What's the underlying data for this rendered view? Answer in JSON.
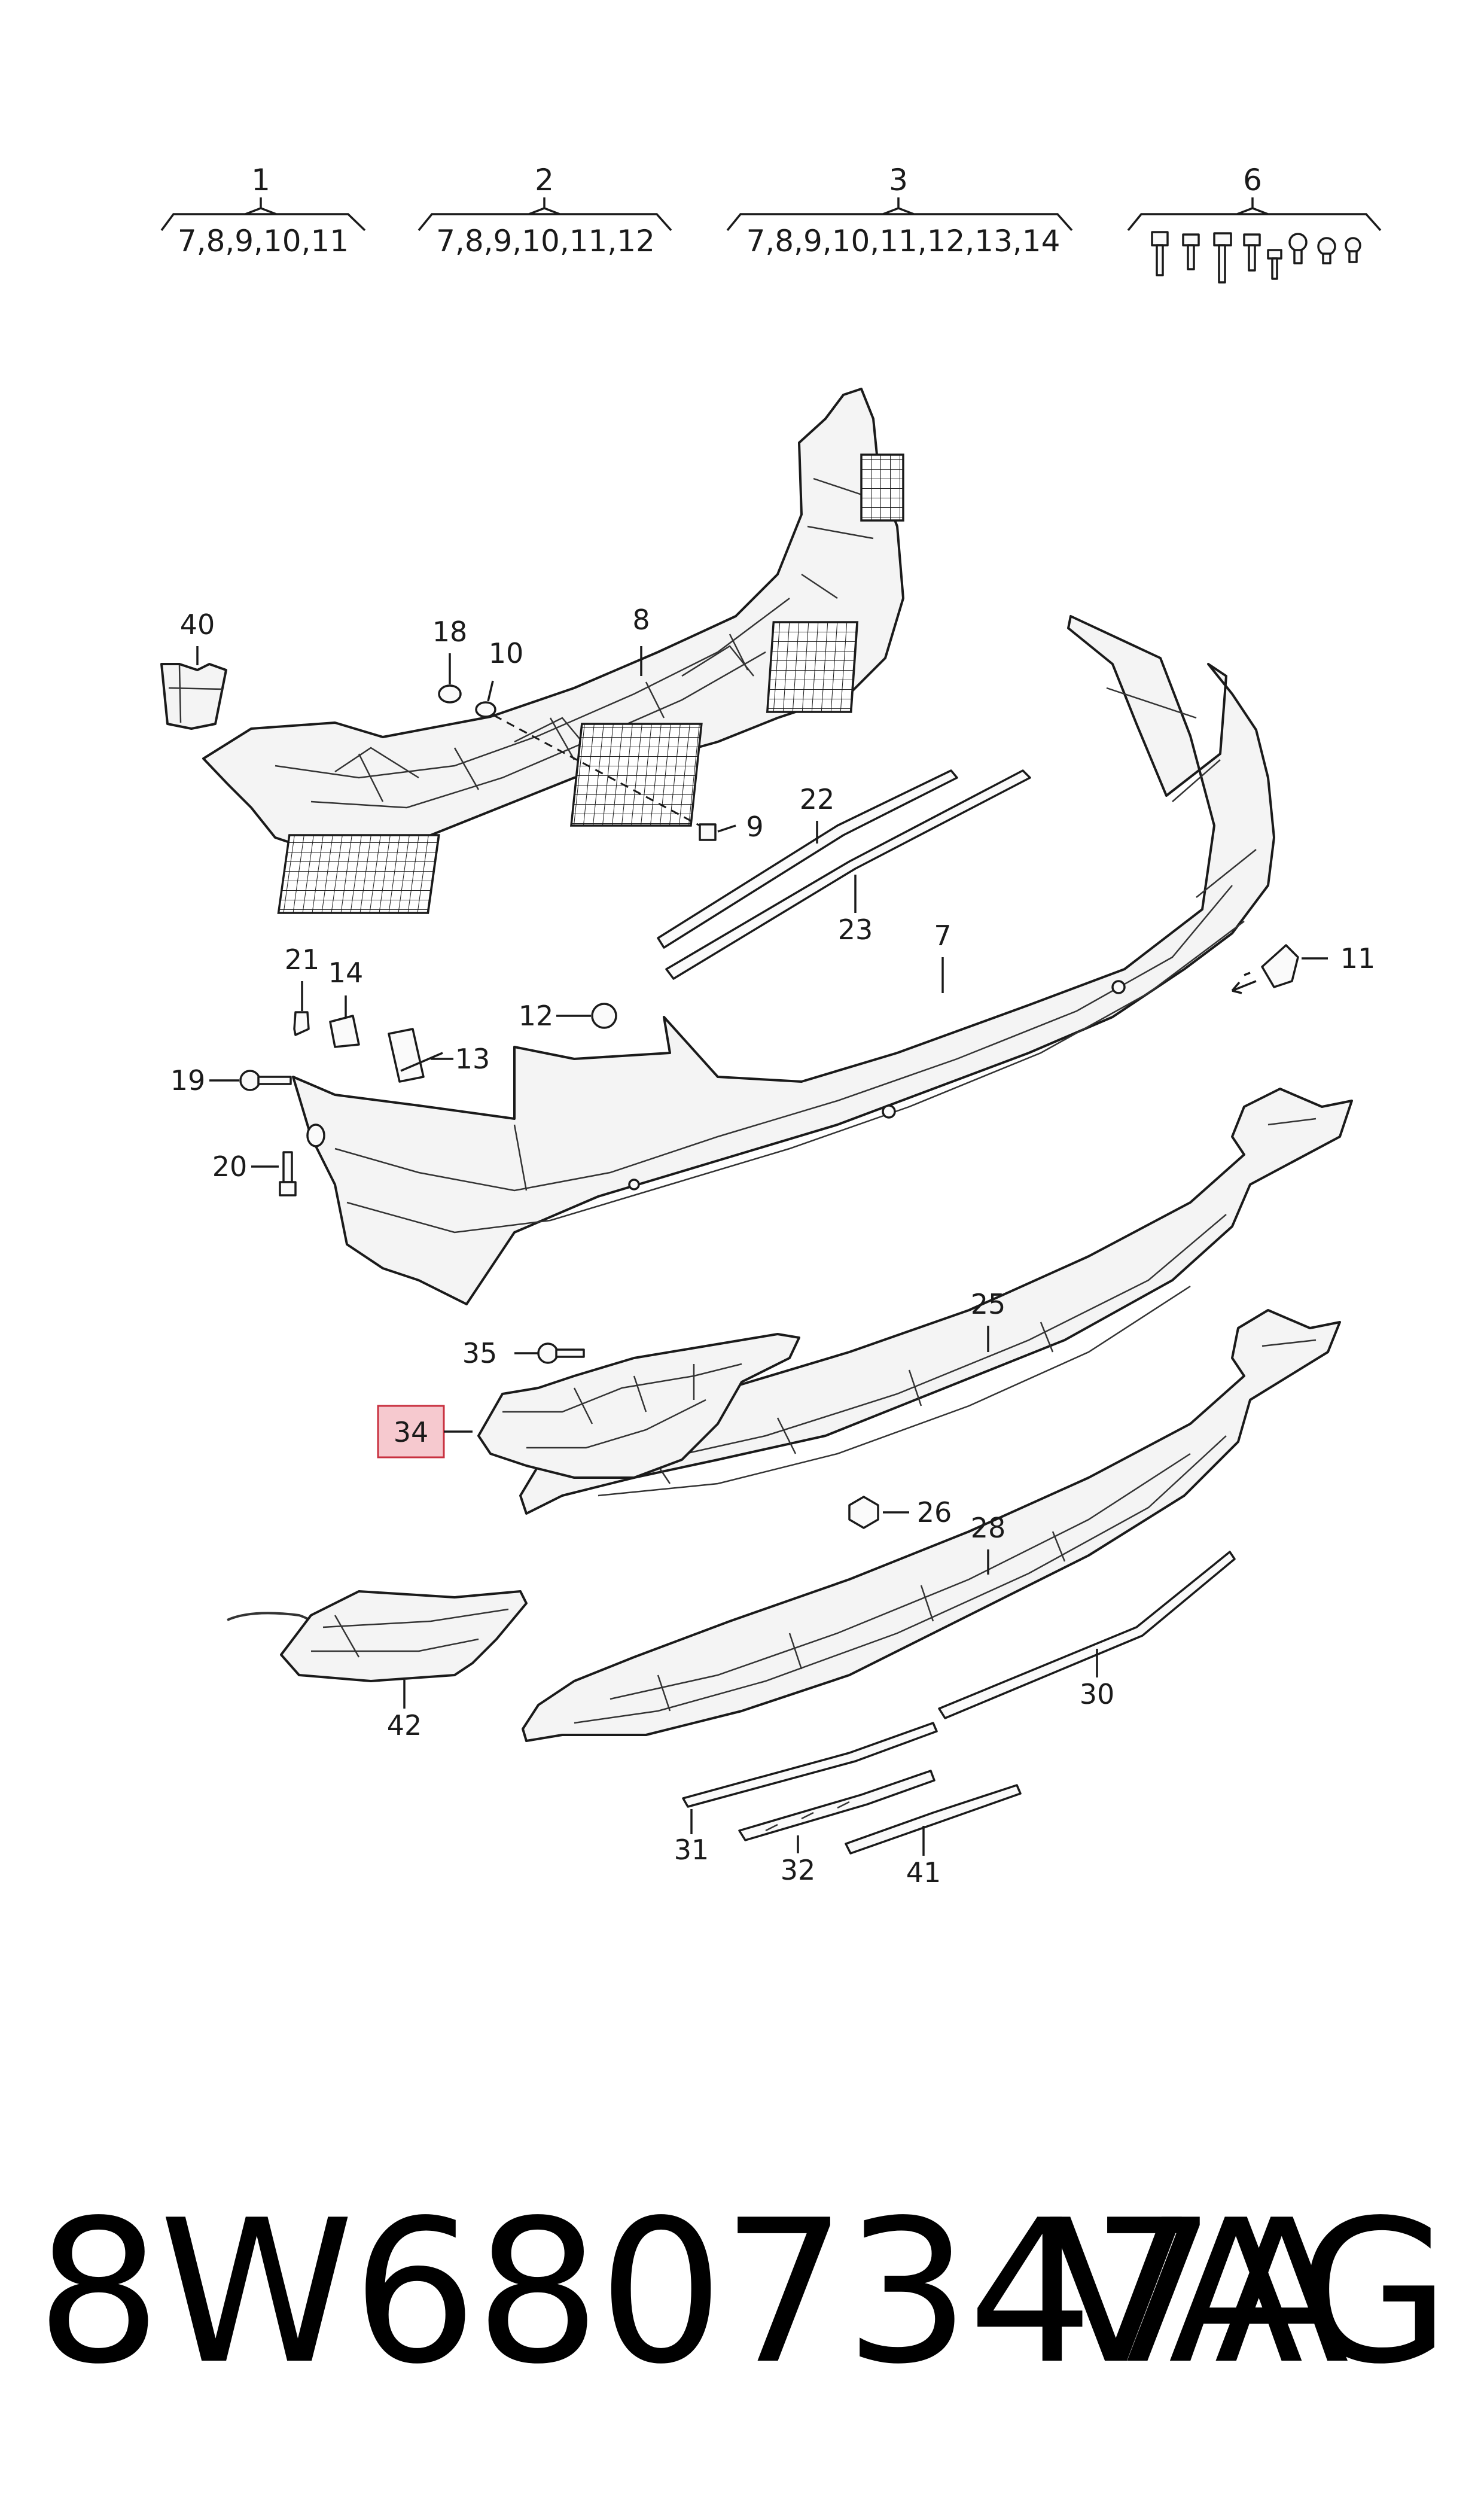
{
  "groups": [
    {
      "id": "1",
      "label": "1",
      "contents": "7,8,9,10,11"
    },
    {
      "id": "2",
      "label": "2",
      "contents": "7,8,9,10,11,12"
    },
    {
      "id": "3",
      "label": "3",
      "contents": "7,8,9,10,11,12,13,14"
    },
    {
      "id": "6",
      "label": "6",
      "contents": ""
    }
  ],
  "callouts": {
    "c40": "40",
    "c18": "18",
    "c10": "10",
    "c8": "8",
    "c9": "9",
    "c22": "22",
    "c23": "23",
    "c7": "7",
    "c11": "11",
    "c21": "21",
    "c14": "14",
    "c12": "12",
    "c13": "13",
    "c19": "19",
    "c20": "20",
    "c25": "25",
    "c35": "35",
    "c34": "34",
    "c26": "26",
    "c28": "28",
    "c42": "42",
    "c30": "30",
    "c31": "31",
    "c32": "32",
    "c41": "41"
  },
  "highlighted_part": "34",
  "footer": {
    "part_number": "8W6807347A",
    "brand": "VAG"
  },
  "colors": {
    "highlight_fill": "#f6c9cf",
    "highlight_stroke": "#c8303f",
    "line": "#1a1a1a"
  }
}
